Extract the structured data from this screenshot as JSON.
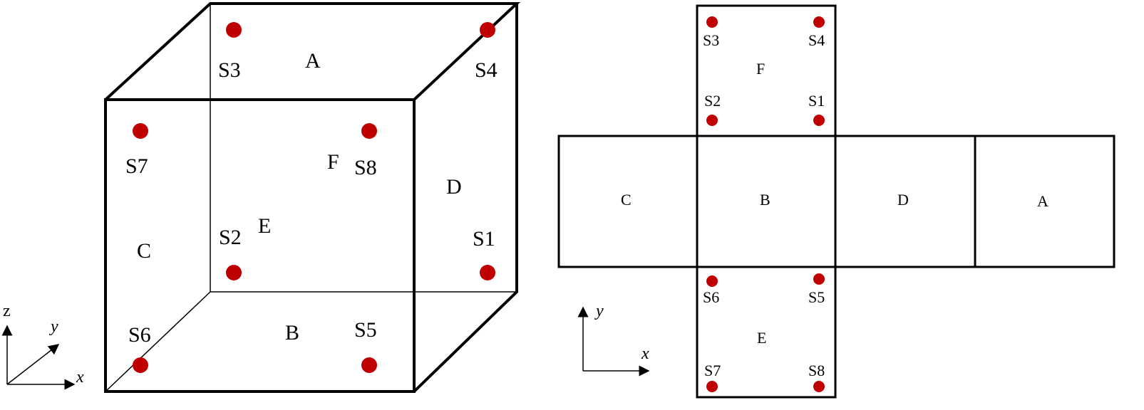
{
  "colors": {
    "sensor": "#c00000",
    "line": "#000000"
  },
  "cube": {
    "faces": {
      "A": "A",
      "B": "B",
      "C": "C",
      "D": "D",
      "E": "E",
      "F": "F"
    },
    "sensors": {
      "S1": "S1",
      "S2": "S2",
      "S3": "S3",
      "S4": "S4",
      "S5": "S5",
      "S6": "S6",
      "S7": "S7",
      "S8": "S8"
    },
    "axes": {
      "z": "z",
      "y": "y",
      "x": "x"
    }
  },
  "net": {
    "faces": {
      "A": "A",
      "B": "B",
      "C": "C",
      "D": "D",
      "E": "E",
      "F": "F"
    },
    "sensors": {
      "S1": "S1",
      "S2": "S2",
      "S3": "S3",
      "S4": "S4",
      "S5": "S5",
      "S6": "S6",
      "S7": "S7",
      "S8": "S8"
    },
    "axes": {
      "y": "y",
      "x": "x"
    }
  }
}
